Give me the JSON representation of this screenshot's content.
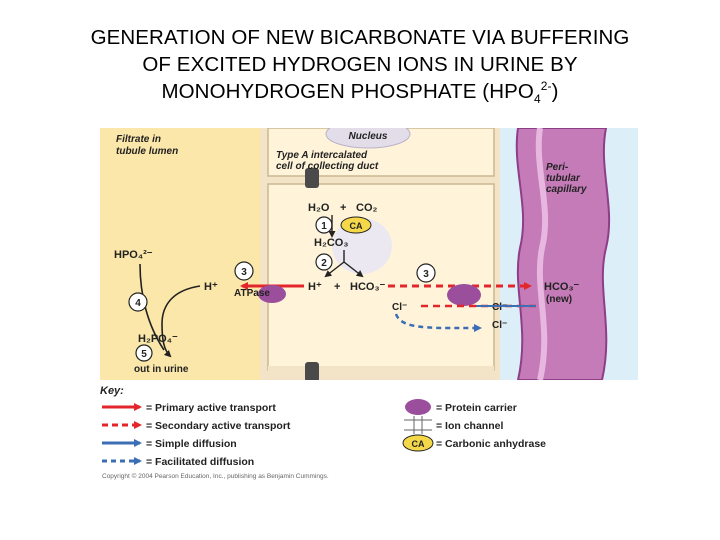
{
  "title": {
    "line1": "GENERATION OF NEW BICARBONATE VIA BUFFERING",
    "line2": "OF EXCITED HYDROGEN IONS IN URINE BY",
    "line3": "MONOHYDROGEN PHOSPHATE (HPO",
    "sub": "4",
    "sup": "2-",
    "close": ")"
  },
  "diagram": {
    "filtrate_label_1": "Filtrate in",
    "filtrate_label_2": "tubule lumen",
    "nucleus_label": "Nucleus",
    "cell_label_1": "Type A intercalated",
    "cell_label_2": "cell of collecting duct",
    "capillary_label_1": "Peri-",
    "capillary_label_2": "tubular",
    "capillary_label_3": "capillary",
    "h2o": "H₂O",
    "plus": "+",
    "co2": "CO₂",
    "ca": "CA",
    "h2co3": "H₂CO₃",
    "h_plus": "H⁺",
    "hco3": "HCO₃⁻",
    "cl": "Cl⁻",
    "hpo4": "HPO₄²⁻",
    "h2po4": "H₂PO₄⁻",
    "atpase": "ATPase",
    "hco3_new": "HCO₃⁻",
    "new": "(new)",
    "out_in_urine": "out in urine",
    "steps": [
      "1",
      "2",
      "3",
      "3",
      "4",
      "5"
    ]
  },
  "key": {
    "heading": "Key:",
    "primary": "= Primary active transport",
    "secondary": "= Secondary active transport",
    "simple": "= Simple diffusion",
    "facilitated": "= Facilitated diffusion",
    "protein": "= Protein carrier",
    "channel": "= Ion channel",
    "anhydrase": "= Carbonic anhydrase",
    "ca": "CA"
  },
  "copyright": "Copyright © 2004 Pearson Education, Inc., publishing as Benjamin Cummings.",
  "colors": {
    "lumen": "#FBE7A9",
    "cell": "#FFF4DA",
    "capillary_space": "#DCEEF8",
    "vessel": "#C47BB8",
    "primary_red": "#E3262B",
    "secondary_red": "#E3262B",
    "simple_blue": "#3B6EB5",
    "carrier": "#9B4E9B",
    "ca_yellow": "#F4D84A"
  }
}
